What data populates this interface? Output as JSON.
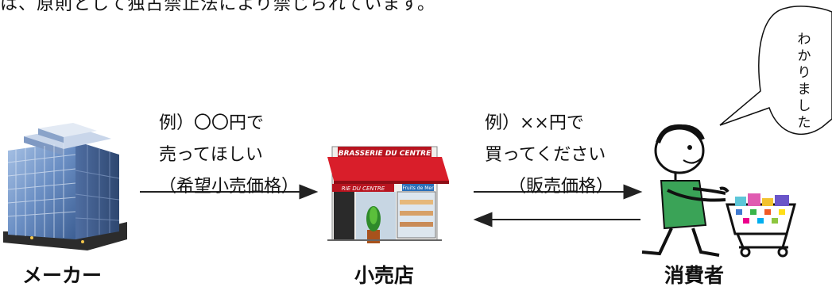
{
  "top_text": "は、原則として独占禁止法により禁じられています。",
  "nodes": {
    "maker": "メーカー",
    "retailer": "小売店",
    "consumer": "消費者"
  },
  "edge_maker_retailer": {
    "line1": "例）〇〇円で",
    "line2": "売ってほしい",
    "line3": "（希望小売価格）"
  },
  "edge_retailer_consumer": {
    "line1": "例）××円で",
    "line2": "買ってください",
    "line3": "（販売価格）"
  },
  "speech_bubble": {
    "chars": [
      "わ",
      "か",
      "り",
      "ま",
      "し",
      "た"
    ]
  },
  "store_signs": {
    "awning_text": "BRASSERIE DU CENTRE",
    "window_text": "RIE DU CENTRE",
    "side_sign": "Fruits de Mer"
  },
  "colors": {
    "arrow": "#222222",
    "building_glass": "#6b8fc4",
    "awning_red": "#d91e2a",
    "shirt_green": "#3aa357"
  }
}
